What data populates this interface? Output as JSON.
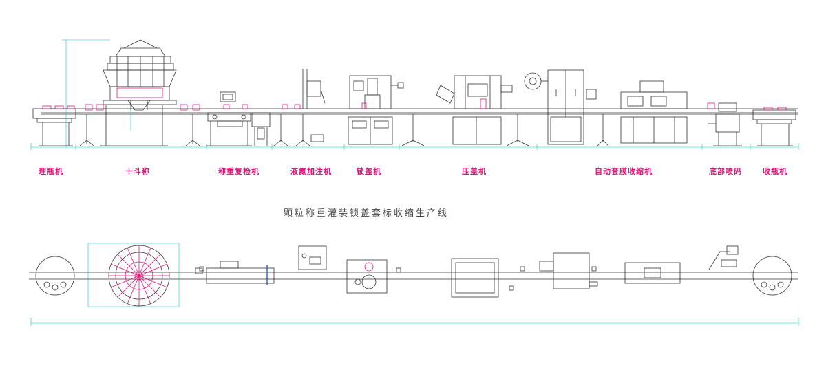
{
  "colors": {
    "line": "#333333",
    "dimension": "#00c4d8",
    "highlight": "#e0157a",
    "label": "#e0157a"
  },
  "elevation": {
    "stations": [
      {
        "id": "bottle-unscrambler",
        "label": "理瓶机"
      },
      {
        "id": "multihead-weigher",
        "label": "十斗称"
      },
      {
        "id": "checkweigher",
        "label": "称重复检机"
      },
      {
        "id": "nitrogen-filler",
        "label": "液氮加注机"
      },
      {
        "id": "capping",
        "label": "锁盖机"
      },
      {
        "id": "cap-press",
        "label": "压盖机"
      },
      {
        "id": "sleeve-shrink",
        "label": "自动套膜收缩机"
      },
      {
        "id": "bottom-inkjet",
        "label": "底部喷码"
      },
      {
        "id": "bottle-collector",
        "label": "收瓶机"
      }
    ]
  },
  "title": "颗粒称重灌装锁盖套标收缩生产线"
}
